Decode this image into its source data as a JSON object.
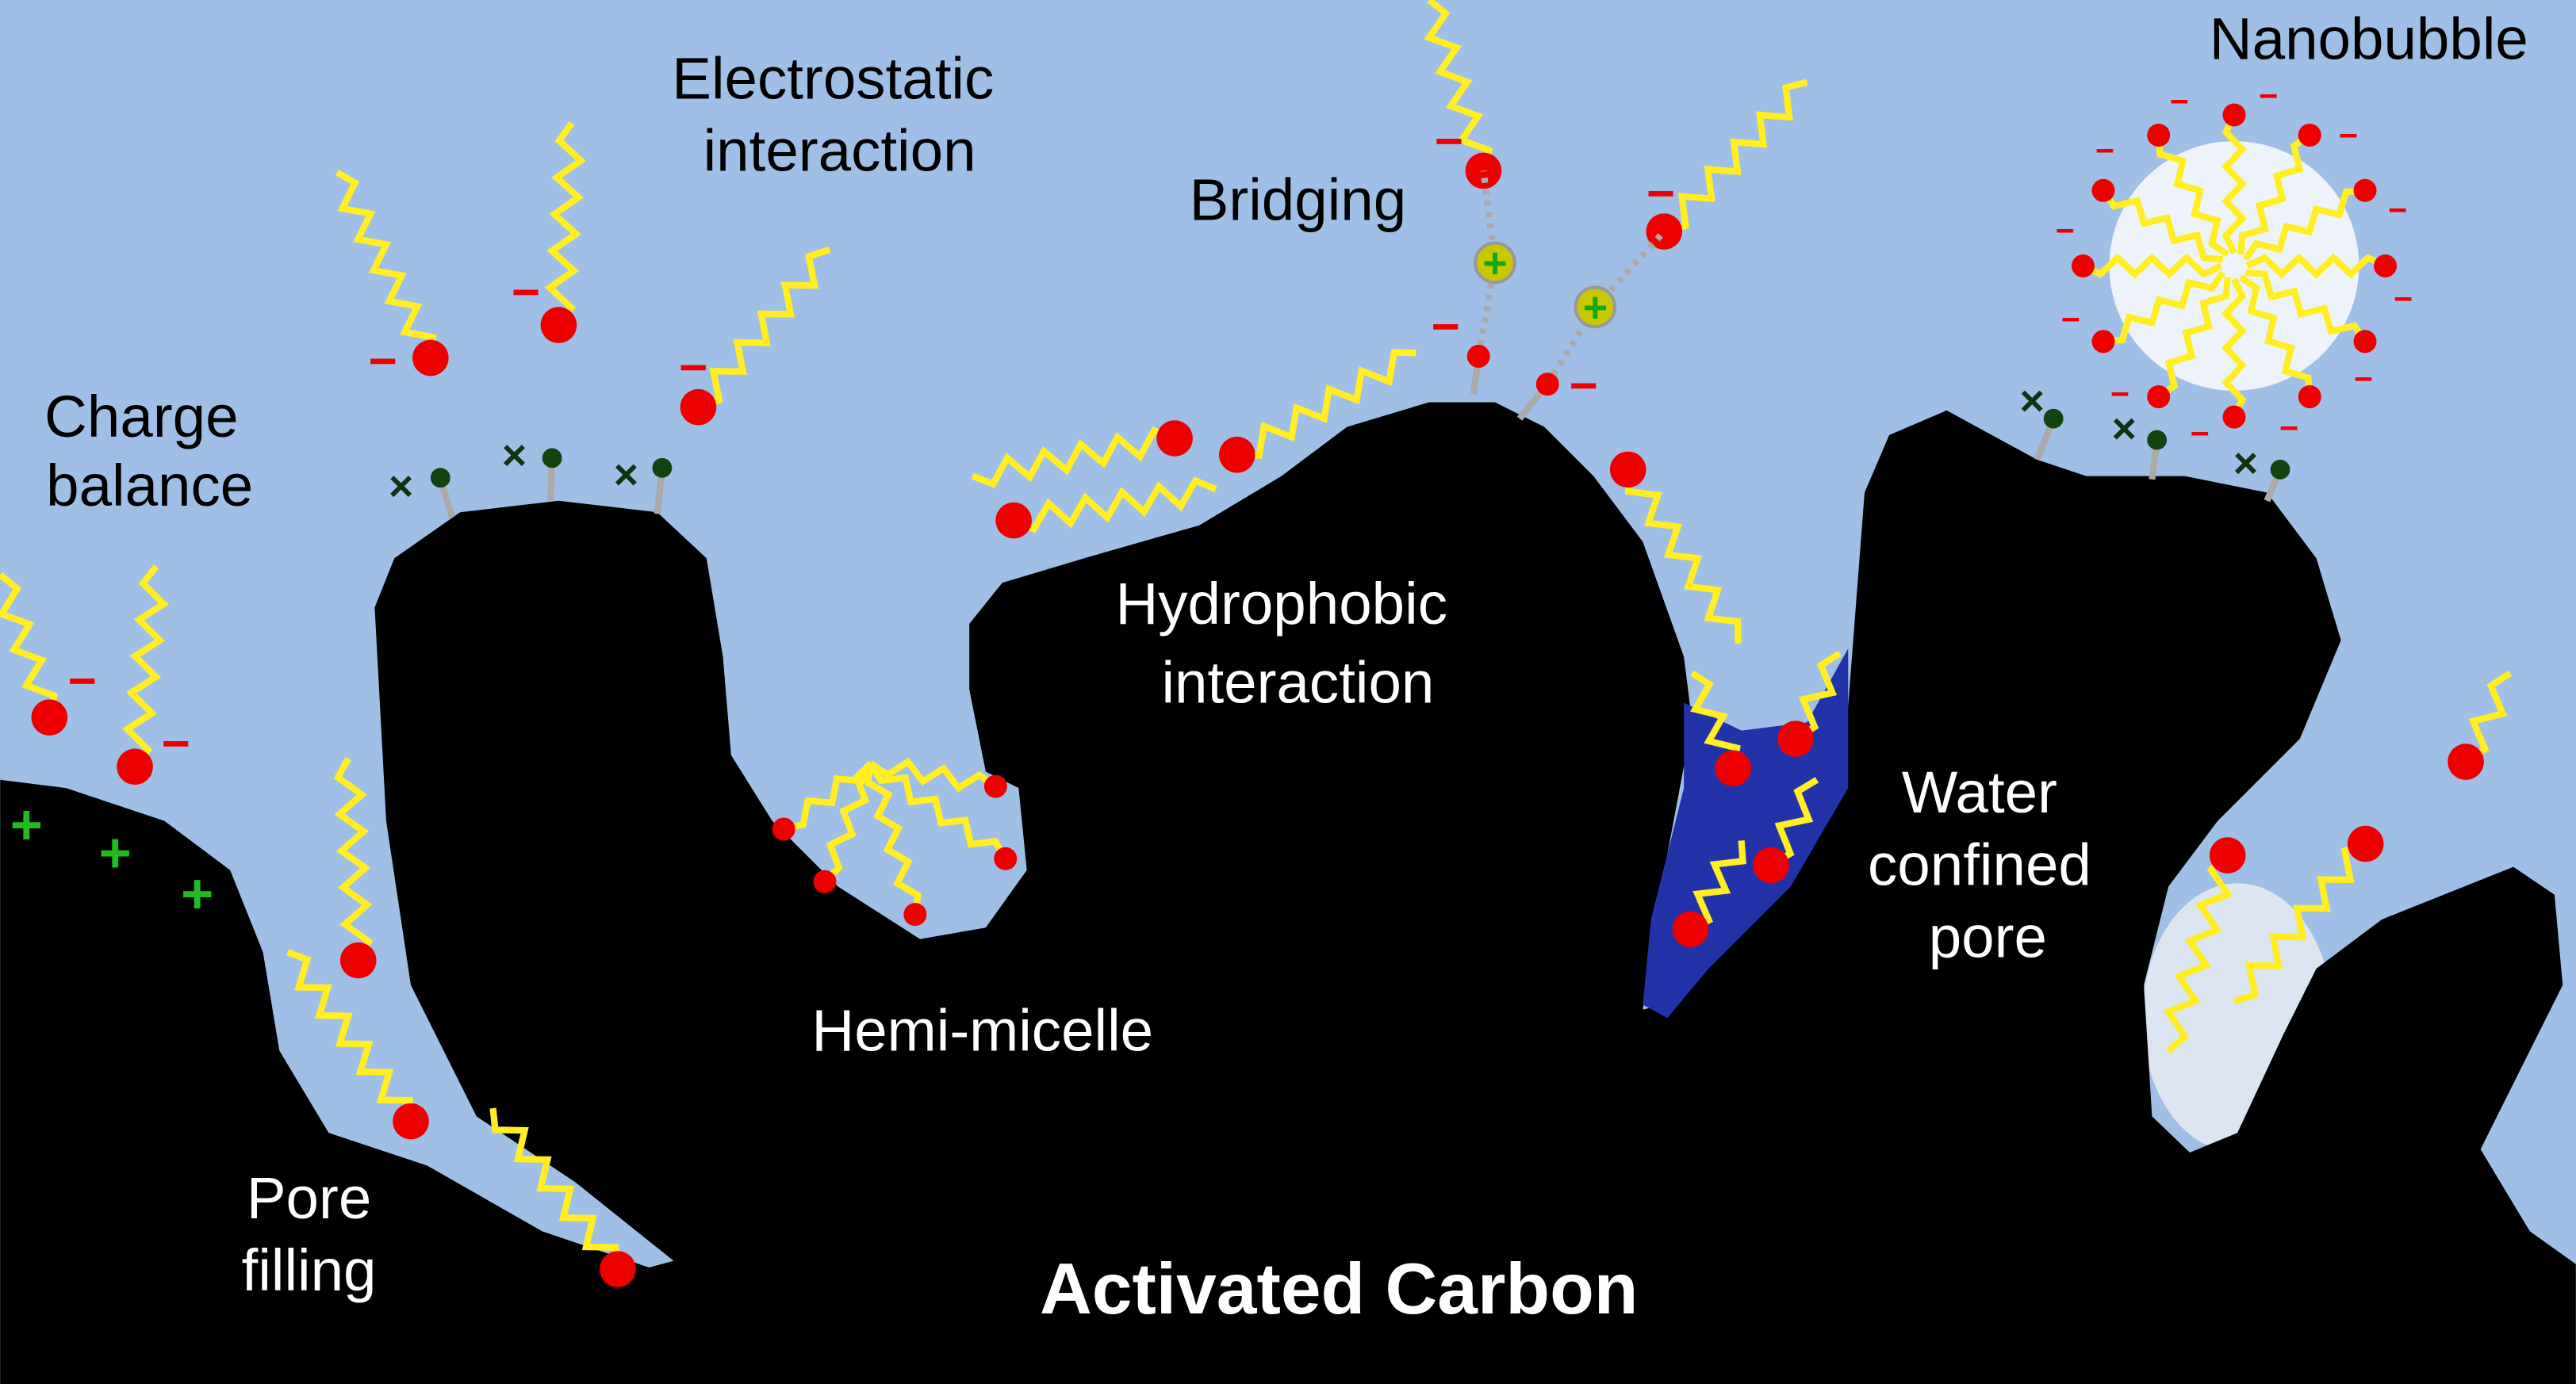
{
  "labels": {
    "electrostatic_1": "Electrostatic",
    "electrostatic_2": "interaction",
    "bridging": "Bridging",
    "nanobubble": "Nanobubble",
    "charge_1": "Charge",
    "charge_2": "balance",
    "hydrophobic_1": "Hydrophobic",
    "hydrophobic_2": "interaction",
    "hemi_micelle": "Hemi-micelle",
    "water_1": "Water",
    "water_2": "confined",
    "water_3": "pore",
    "pore_1": "Pore",
    "pore_2": "filling",
    "carbon": "Activated Carbon"
  },
  "symbols": {
    "plus": "+",
    "minus": "−",
    "cross": "×"
  },
  "colors": {
    "water": "#a0bfe6",
    "carbon": "#000000",
    "tail": "#ffee22",
    "head": "#ee0000",
    "confined_water": "#2233aa",
    "bubble": "#eef3fb",
    "positive": "#22bb22",
    "surface_group": "#114411"
  }
}
